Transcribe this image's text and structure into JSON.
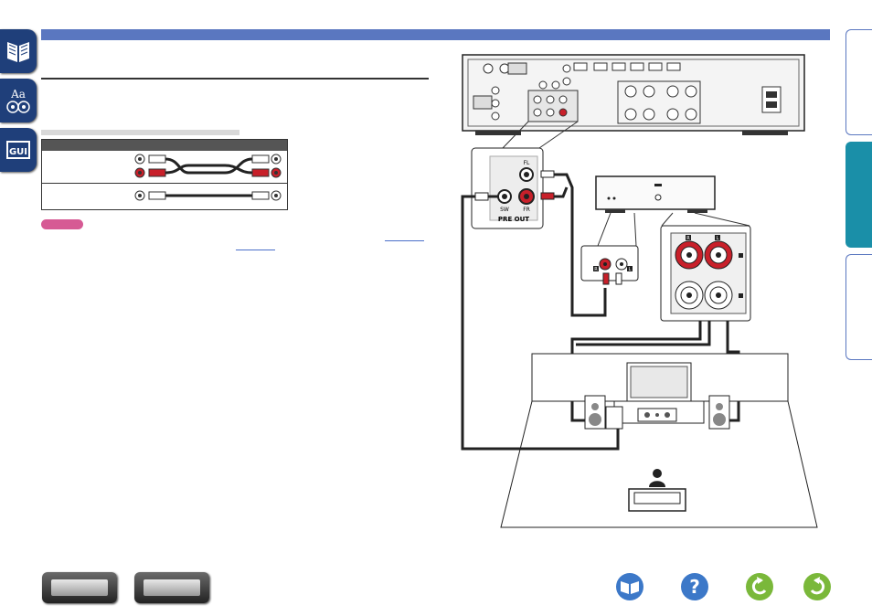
{
  "left_tabs": [
    {
      "name": "manual-tab",
      "icon": "book-icon"
    },
    {
      "name": "glossary-tab",
      "icon": "glossary-icon",
      "text": "Aa"
    },
    {
      "name": "gui-tab",
      "icon": "gui-icon",
      "text": "GUI"
    }
  ],
  "right_tabs": [
    {
      "name": "tab-1",
      "active": false
    },
    {
      "name": "tab-2",
      "active": true
    },
    {
      "name": "tab-3",
      "active": false
    }
  ],
  "rear_panel": {
    "pre_out_label": "PRE OUT",
    "jack_labels": [
      "FL",
      "SW",
      "FR"
    ]
  },
  "amp_connectors": {
    "labels": [
      "R",
      "L"
    ]
  },
  "speaker_terminals": {
    "labels": [
      "R",
      "L"
    ]
  },
  "bottom_thumbs": [
    {
      "name": "front-panel-thumb"
    },
    {
      "name": "rear-panel-thumb"
    }
  ],
  "nav_buttons": [
    {
      "name": "contents-button",
      "icon": "book-icon"
    },
    {
      "name": "help-button",
      "icon": "question-icon",
      "text": "?"
    },
    {
      "name": "back-button",
      "icon": "back-arrow-icon"
    },
    {
      "name": "forward-button",
      "icon": "forward-arrow-icon"
    }
  ],
  "colors": {
    "primary": "#1f3f7a",
    "accent_bar": "#5a77c0",
    "active_tab": "#1a8fa8",
    "note_badge": "#d65a94",
    "jack_red": "#c8202a",
    "nav_green": "#7ab83a",
    "nav_blue": "#3c78c8"
  }
}
